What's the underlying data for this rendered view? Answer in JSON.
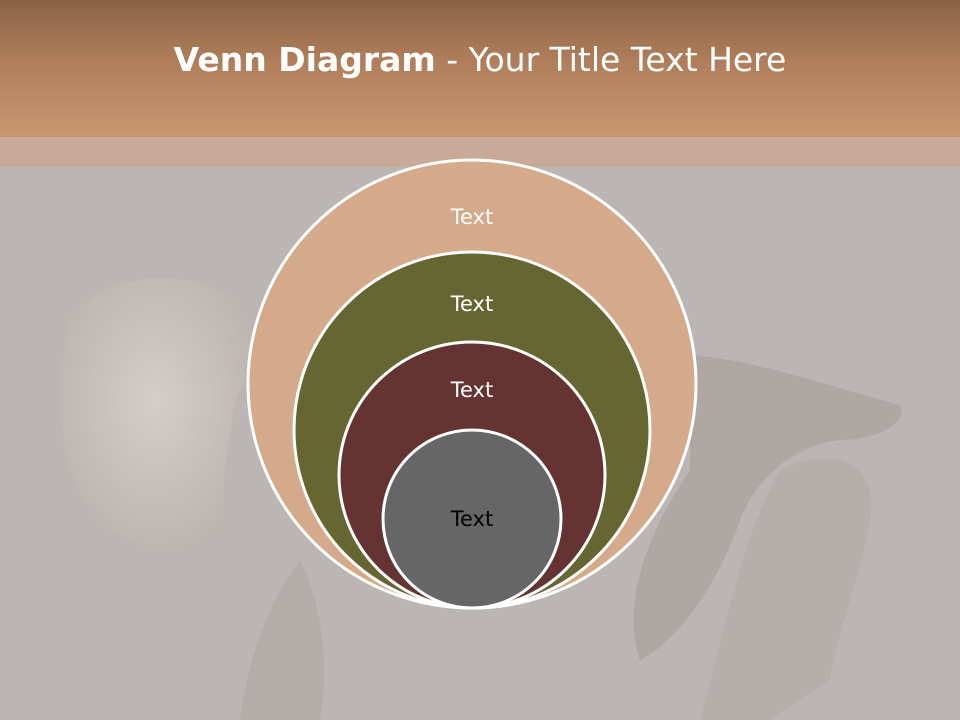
{
  "slide": {
    "title_bold": "Venn Diagram",
    "title_rest": " - Your Title Text Here"
  },
  "venn": {
    "levels": [
      {
        "label": "Text",
        "fill": "#d4aa8a",
        "text_color": "#ffffff"
      },
      {
        "label": "Text",
        "fill": "#666633",
        "text_color": "#ffffff"
      },
      {
        "label": "Text",
        "fill": "#663333",
        "text_color": "#ffffff"
      },
      {
        "label": "Text",
        "fill": "#666666",
        "text_color": "#000000"
      }
    ],
    "outline_color": "#ffffff"
  },
  "colors": {
    "header": "#b07e5a",
    "background": "#b9b4b1"
  }
}
